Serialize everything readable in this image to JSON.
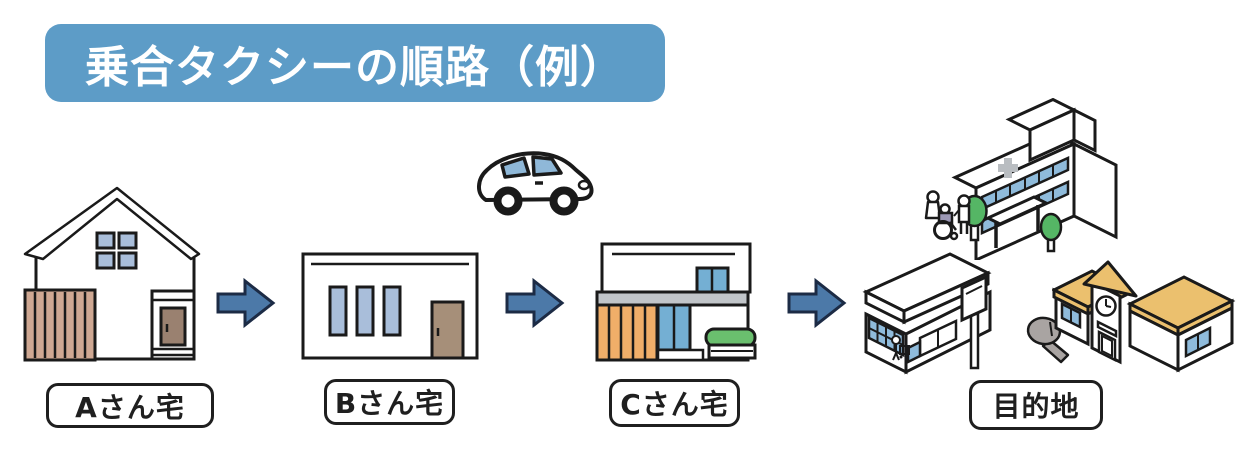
{
  "title": {
    "label": "乗合タクシーの順路（例）"
  },
  "route": {
    "stops": [
      {
        "id": "house-a",
        "label": "Aさん宅"
      },
      {
        "id": "house-b",
        "label": "Bさん宅"
      },
      {
        "id": "house-c",
        "label": "Cさん宅"
      },
      {
        "id": "destination",
        "label": "目的地"
      }
    ],
    "vehicle": "taxi-car",
    "destination_buildings": [
      "hospital",
      "shop",
      "school"
    ]
  },
  "colors": {
    "title_bg": "#5D9CC7",
    "title_text": "#FFFFFF",
    "arrow_fill": "#4C79A8",
    "arrow_outline": "#1C2B45",
    "outline_ink": "#1A1A1A",
    "window_light_blue": "#A9BEDA",
    "window_blue": "#74AFD3",
    "window_glass_blue": "#8FBBDB",
    "fence_tan": "#CFA893",
    "door_brown_a": "#9A8170",
    "door_brown_b": "#A68F79",
    "slat_orange": "#F0AE69",
    "band_gray": "#C1C5C9",
    "hedge_green": "#6ABF6E",
    "roof_tan": "#EBC06E",
    "tree_green": "#55B665",
    "cross_gray": "#B9BDC1",
    "wheelchair_shirt": "#9C98B5",
    "object_gray": "#A9A4A2",
    "background": "#FFFFFF"
  }
}
